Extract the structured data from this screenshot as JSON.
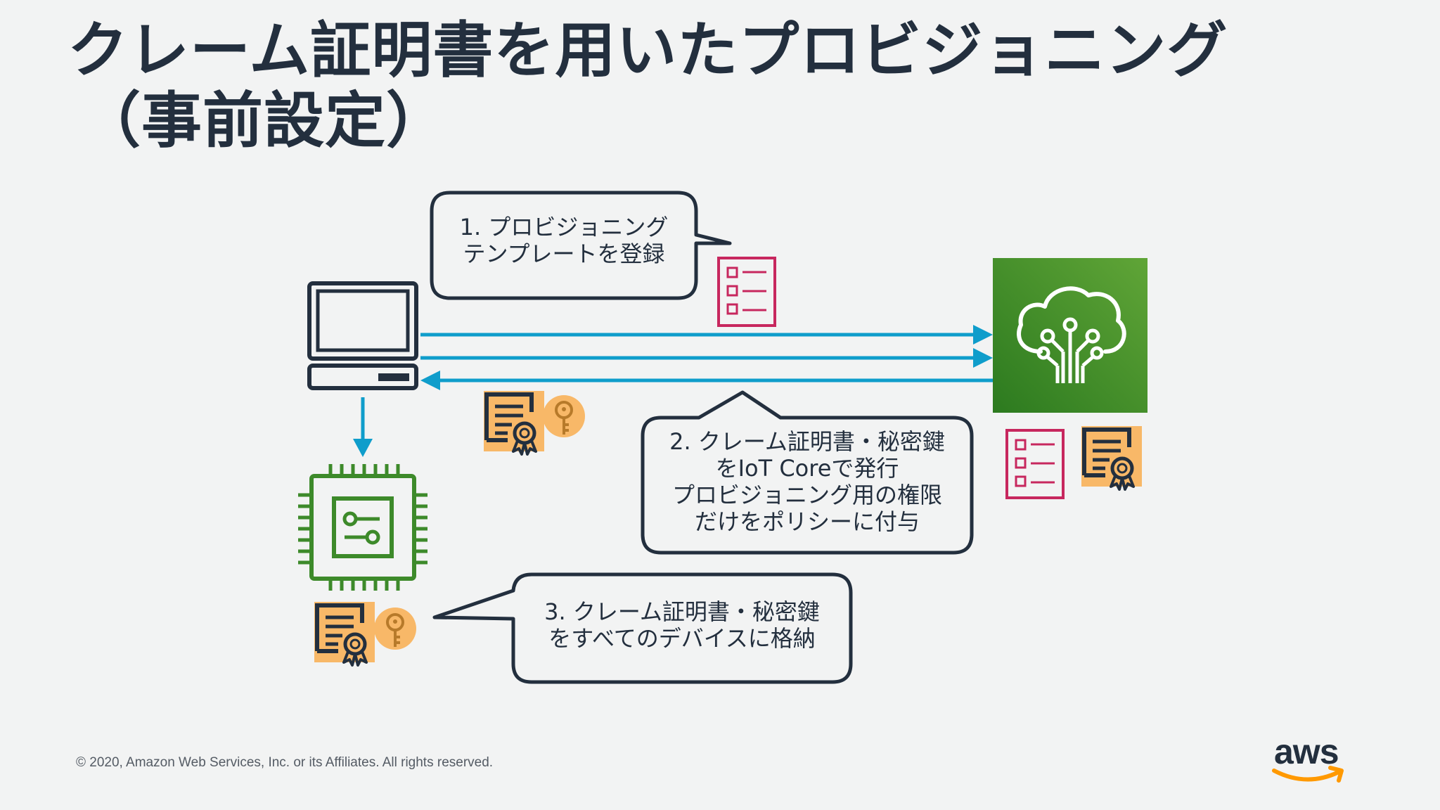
{
  "slide": {
    "title_line1": "クレーム証明書を用いたプロビジョニング",
    "title_line2": "（事前設定）"
  },
  "bubbles": {
    "step1": {
      "line1": "1. プロビジョニング",
      "line2": "テンプレートを登録"
    },
    "step2": {
      "line1": "2. クレーム証明書・秘密鍵",
      "line2": "をIoT Coreで発行",
      "line3": "プロビジョニング用の権限",
      "line4": "だけをポリシーに付与"
    },
    "step3": {
      "line1": "3. クレーム証明書・秘密鍵",
      "line2": "をすべてのデバイスに格納"
    }
  },
  "icons": {
    "laptop": "laptop-icon",
    "chip": "microcontroller-chip-icon",
    "iot_core": "iot-core-cloud-icon",
    "template": "checklist-template-icon",
    "certificate": "certificate-icon",
    "key": "key-icon"
  },
  "colors": {
    "background": "#f2f3f3",
    "navy": "#232f3e",
    "arrow_blue": "#0f9dcb",
    "template_pink": "#c7275e",
    "certificate_orange": "#f8b868",
    "chip_green": "#3d8a2a",
    "iot_green_top": "#60a537",
    "iot_green_bottom": "#2c7a1f",
    "aws_orange": "#ff9900"
  },
  "footer": {
    "copyright": "© 2020, Amazon Web Services, Inc. or its Affiliates. All rights reserved."
  },
  "logo": {
    "text": "aws"
  }
}
